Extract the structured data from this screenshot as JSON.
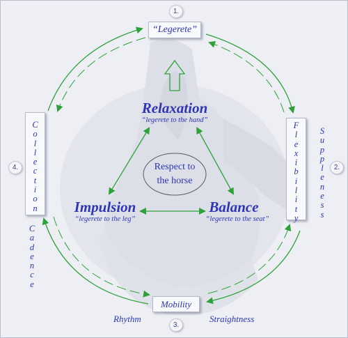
{
  "top_box": {
    "label": "“Legerete”",
    "number": "1."
  },
  "right_box": {
    "label": "Flexibility",
    "number": "2."
  },
  "bottom_box": {
    "label": "Mobility",
    "number": "3."
  },
  "left_box": {
    "label": "Collection",
    "number": "4."
  },
  "right_outer": {
    "label": "Suppleness"
  },
  "left_outer": {
    "label": "Cadence"
  },
  "bottom_words": {
    "left": "Rhythm",
    "right": "Straightness"
  },
  "relaxation": {
    "title": "Relaxation",
    "subtitle": "“legerete to the hand”"
  },
  "impulsion": {
    "title": "Impulsion",
    "subtitle": "“legerete to the leg”"
  },
  "balance": {
    "title": "Balance",
    "subtitle": "“legerete to the seat”"
  },
  "center": {
    "line1": "Respect to",
    "line2": "the horse"
  },
  "colors": {
    "text": "#2e35b4",
    "arrow": "#2ea23a",
    "box_border": "#b5b9c7"
  }
}
